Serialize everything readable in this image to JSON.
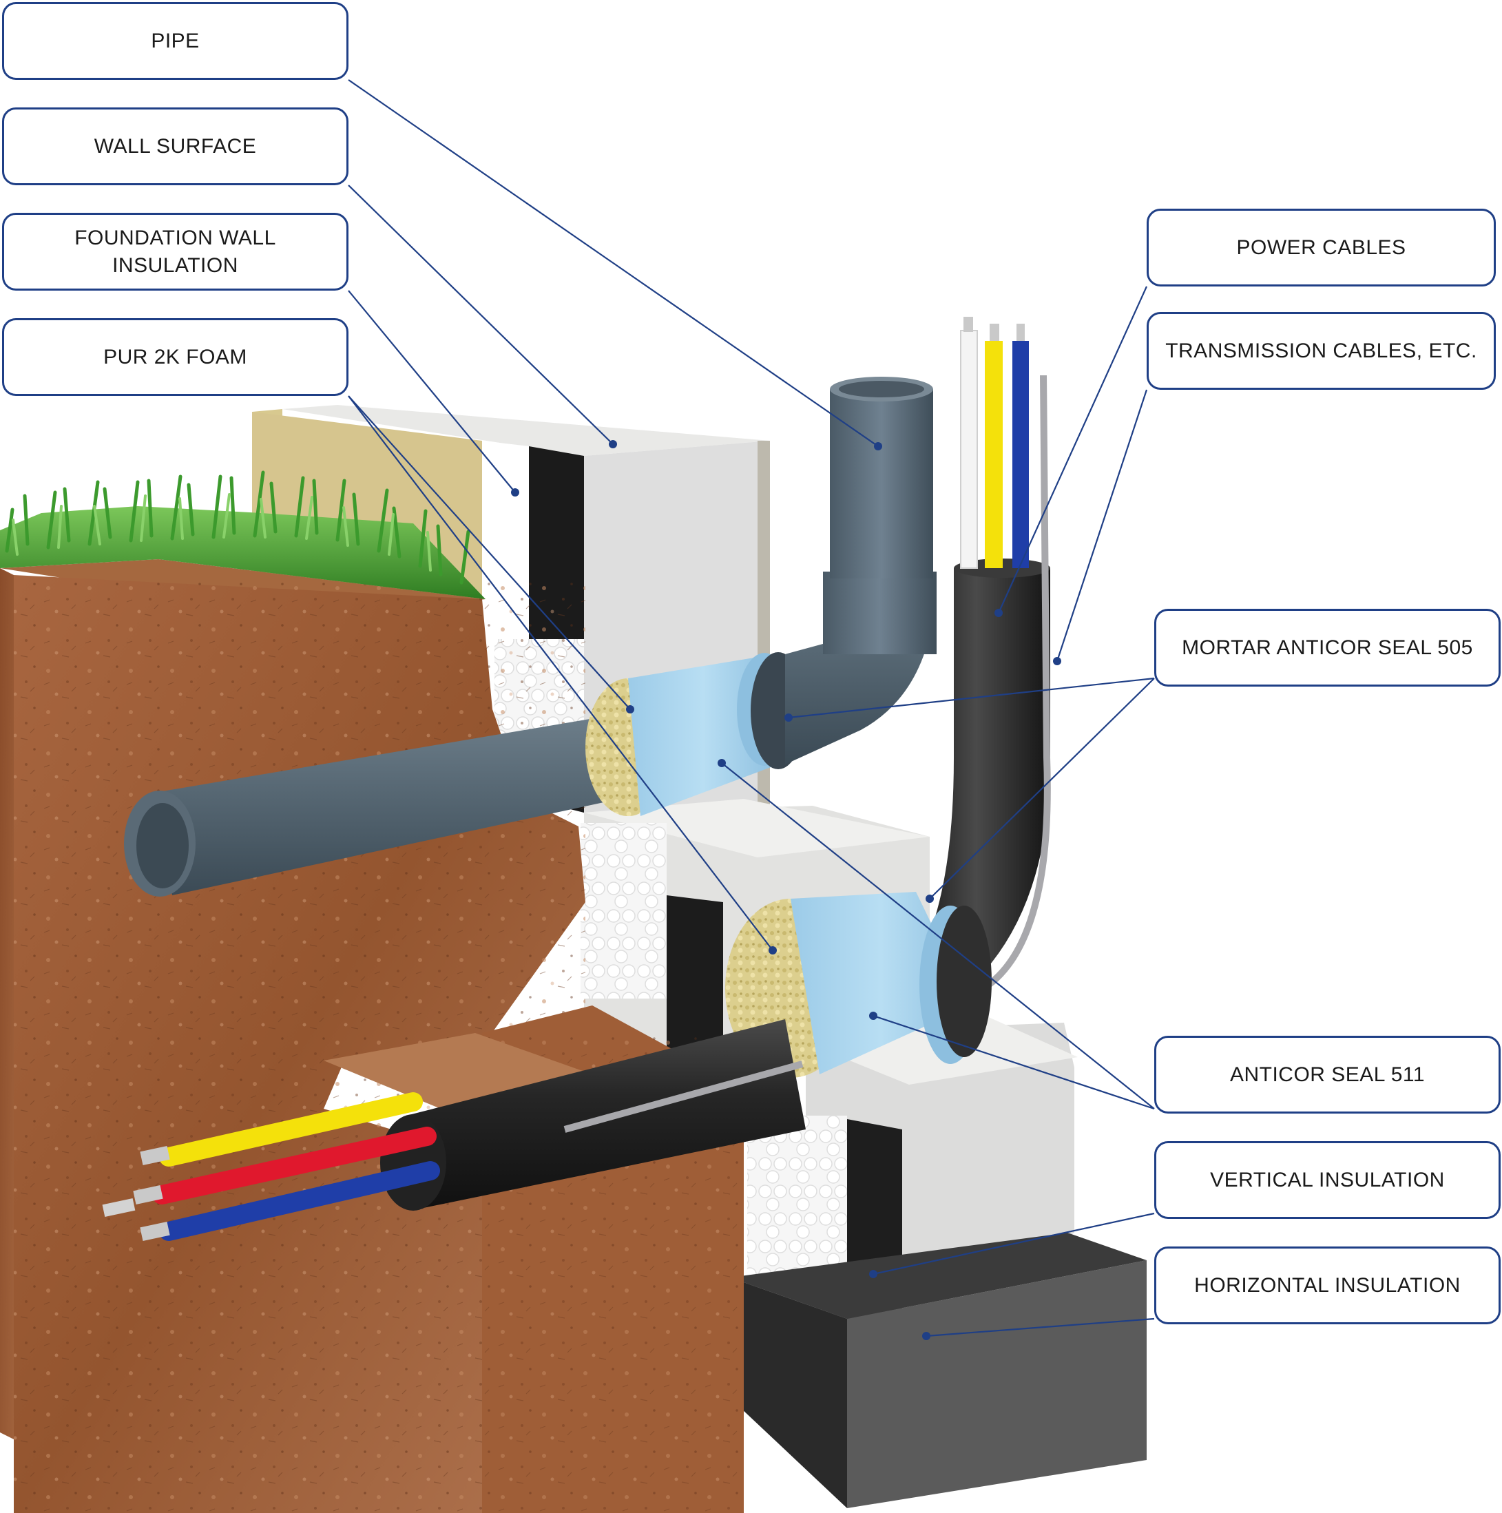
{
  "labels": {
    "pipe": "PIPE",
    "wall_surface": "WALL SURFACE",
    "foundation_wall_insulation": "FOUNDATION WALL\nINSULATION",
    "pur_foam": "PUR 2K FOAM",
    "power_cables": "POWER CABLES",
    "transmission_cables": "TRANSMISSION CABLES, ETC.",
    "mortar_anticor": "MORTAR ANTICOR SEAL 505",
    "anticor_511": "ANTICOR SEAL 511",
    "vertical_insulation": "VERTICAL INSULATION",
    "horizontal_insulation": "HORIZONTAL INSULATION"
  },
  "colors": {
    "leader_line": "#1f3f86",
    "box_border": "#1f3f86",
    "soil": "#9a5a35",
    "grass": "#3f9a2e",
    "concrete": "#e3e3e1",
    "bitumen": "#1e1e1e",
    "pipe_grey": "#4d5e6a",
    "seal_blue": "#a9d3ec",
    "pur_foam": "#d8cb86",
    "eps_white": "#f7f7f7",
    "cable_yellow": "#f4e10b",
    "cable_red": "#e0182d",
    "cable_blue": "#1f3ea8",
    "cable_white": "#f4f4f4",
    "cable_grey": "#a9a9ad"
  }
}
